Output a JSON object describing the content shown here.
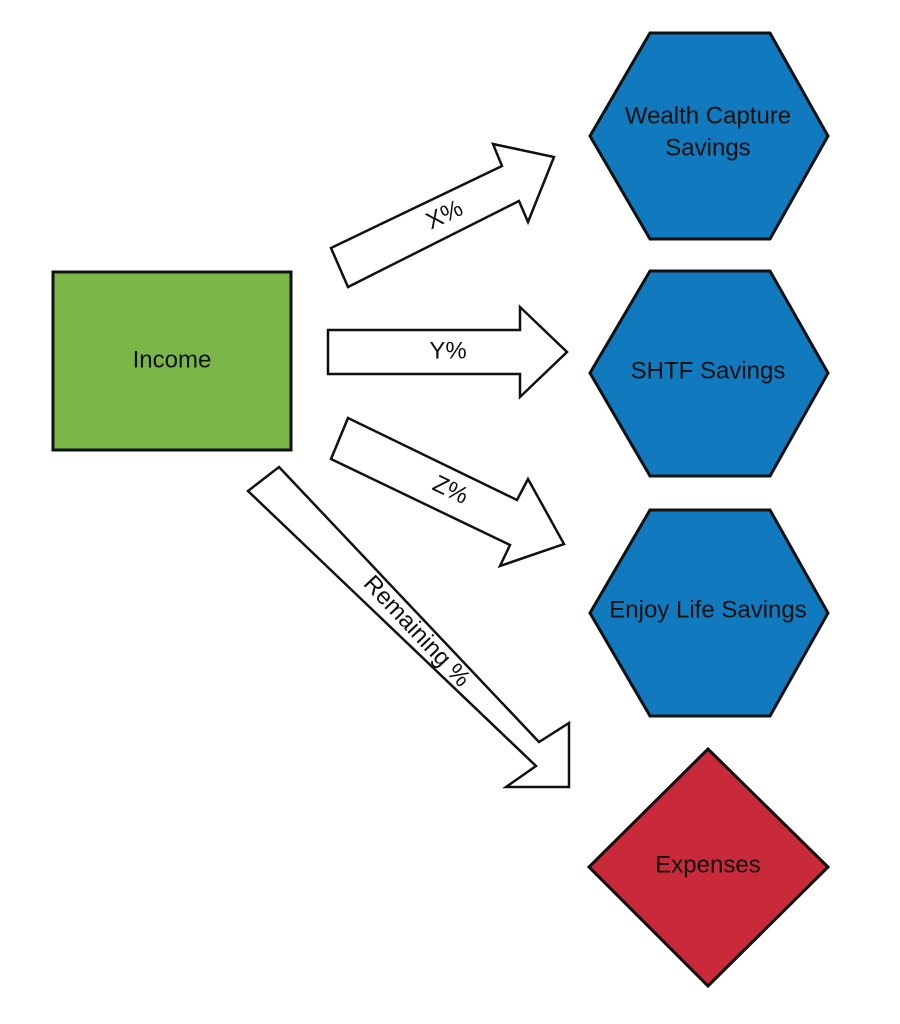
{
  "diagram": {
    "source": {
      "label": "Income",
      "color": "#7ab648"
    },
    "targets": [
      {
        "label_lines": [
          "Wealth Capture",
          "Savings"
        ],
        "shape": "hexagon",
        "color": "#1179bd"
      },
      {
        "label_lines": [
          "SHTF Savings"
        ],
        "shape": "hexagon",
        "color": "#1179bd"
      },
      {
        "label_lines": [
          "Enjoy Life Savings"
        ],
        "shape": "hexagon",
        "color": "#1179bd"
      },
      {
        "label_lines": [
          "Expenses"
        ],
        "shape": "diamond",
        "color": "#c92a3a"
      }
    ],
    "arrows": [
      {
        "label": "X%"
      },
      {
        "label": "Y%"
      },
      {
        "label": "Z%"
      },
      {
        "label": "Remaining %"
      }
    ]
  }
}
